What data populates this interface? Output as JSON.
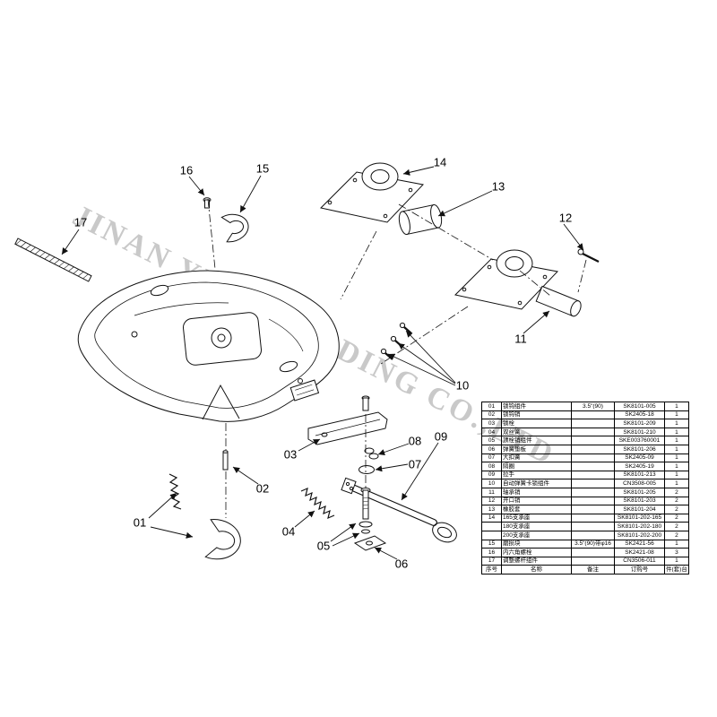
{
  "watermark": "JINAN YIPEI TRADING CO.,LTD",
  "callouts": [
    {
      "label": "01"
    },
    {
      "label": "02"
    },
    {
      "label": "03"
    },
    {
      "label": "04"
    },
    {
      "label": "05"
    },
    {
      "label": "06"
    },
    {
      "label": "07"
    },
    {
      "label": "08"
    },
    {
      "label": "09"
    },
    {
      "label": "10"
    },
    {
      "label": "11"
    },
    {
      "label": "12"
    },
    {
      "label": "13"
    },
    {
      "label": "14"
    },
    {
      "label": "15"
    },
    {
      "label": "16"
    },
    {
      "label": "17"
    }
  ],
  "table": {
    "headers": [
      "序号",
      "名称",
      "备注",
      "订购号",
      "件(套)台"
    ],
    "rows": [
      [
        "01",
        "锁钩组件",
        "3.5\"(90)",
        "SK8101-005",
        "1"
      ],
      [
        "02",
        "锁钩销",
        "",
        "SK2405-18",
        "1"
      ],
      [
        "03",
        "锁栓",
        "",
        "SK8101-209",
        "1"
      ],
      [
        "04",
        "双丝簧",
        "",
        "SK8101-210",
        "1"
      ],
      [
        "05",
        "顶栓销组件",
        "",
        "SKE003760001",
        "1"
      ],
      [
        "06",
        "弹簧垫板",
        "",
        "SK8101-206",
        "1"
      ],
      [
        "07",
        "大扣簧",
        "",
        "SK2405-09",
        "1"
      ],
      [
        "08",
        "隔圈",
        "",
        "SK2405-19",
        "1"
      ],
      [
        "09",
        "拉手",
        "",
        "SK8101-213",
        "1"
      ],
      [
        "10",
        "自动弹簧卡锁组件",
        "",
        "CN3508-005",
        "1"
      ],
      [
        "11",
        "轴承销",
        "",
        "SK8101-205",
        "2"
      ],
      [
        "12",
        "开口销",
        "",
        "SK8101-203",
        "2"
      ],
      [
        "13",
        "橡胶套",
        "",
        "SK8101-204",
        "2"
      ],
      [
        "14",
        "165支承座",
        "",
        "SK8101-202-165",
        "2"
      ],
      [
        "",
        "180支承座",
        "",
        "SK8101-202-180",
        "2"
      ],
      [
        "",
        "200支承座",
        "",
        "SK8101-202-200",
        "2"
      ],
      [
        "15",
        "磨损块",
        "3.5\"(90)带φ16",
        "SK2421-56",
        "1"
      ],
      [
        "16",
        "内六角螺栓",
        "",
        "SK2421-08",
        "3"
      ],
      [
        "17",
        "调整螺杆组件",
        "",
        "CN3506-011",
        "1"
      ]
    ]
  }
}
